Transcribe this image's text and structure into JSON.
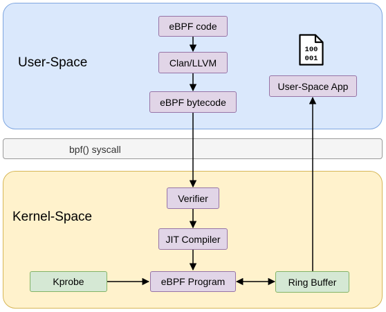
{
  "regions": {
    "user_space": "User-Space",
    "kernel_space": "Kernel-Space",
    "syscall": "bpf() syscall"
  },
  "nodes": {
    "ebpf_code": "eBPF code",
    "clang_llvm": "Clan/LLVM",
    "ebpf_bytecode": "eBPF bytecode",
    "user_app": "User-Space App",
    "verifier": "Verifier",
    "jit": "JIT Compiler",
    "kprobe": "Kprobe",
    "ebpf_program": "eBPF Program",
    "ring_buffer": "Ring Buffer"
  },
  "binary_icon": {
    "name": "binary-file-icon",
    "line1": "100",
    "line2": "001"
  },
  "colors": {
    "user_fill": "#dae8fc",
    "kernel_fill": "#fff2cc",
    "node_purple": "#e1d5e7",
    "node_green": "#d5e8d4"
  }
}
